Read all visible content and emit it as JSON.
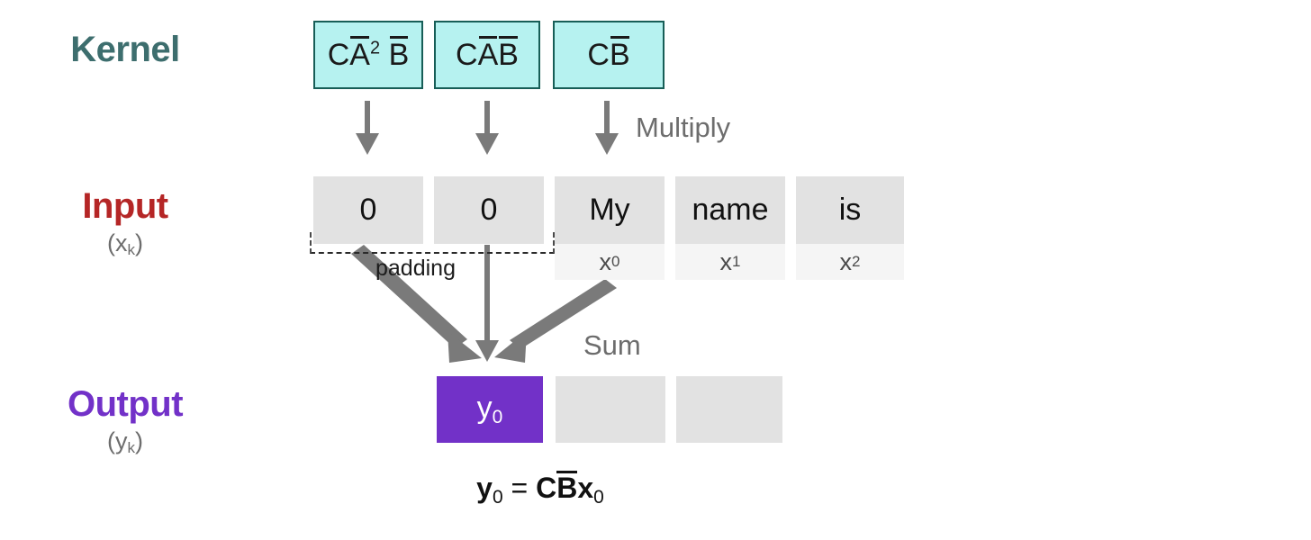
{
  "rows": {
    "kernel": {
      "label": "Kernel",
      "color": "#3d6e6e"
    },
    "input": {
      "label": "Input",
      "color": "#b52626",
      "sub_base": "(x",
      "sub_index": "k",
      "sub_close": ")"
    },
    "output": {
      "label": "Output",
      "color": "#7231c8",
      "sub_base": "(y",
      "sub_index": "k",
      "sub_close": ")"
    }
  },
  "kernel_cells": [
    {
      "prefix": "CA",
      "exponent": "2",
      "suffix": "B",
      "text": "CA¯² B¯"
    },
    {
      "prefix": "CA",
      "exponent": "",
      "suffix": "B",
      "text": "CA¯B¯"
    },
    {
      "prefix": "C",
      "exponent": "",
      "suffix": "B",
      "text": "CB¯"
    }
  ],
  "input_cells": [
    {
      "value": "0",
      "sub": null,
      "padding": true
    },
    {
      "value": "0",
      "sub": null,
      "padding": true
    },
    {
      "value": "My",
      "sub_base": "x",
      "sub_index": "0",
      "padding": false
    },
    {
      "value": "name",
      "sub_base": "x",
      "sub_index": "1",
      "padding": false
    },
    {
      "value": "is",
      "sub_base": "x",
      "sub_index": "2",
      "padding": false
    }
  ],
  "output_cells": [
    {
      "value_base": "y",
      "value_index": "0",
      "filled": true
    },
    {
      "value_base": "",
      "value_index": "",
      "filled": false
    },
    {
      "value_base": "",
      "value_index": "",
      "filled": false
    }
  ],
  "annotations": {
    "multiply": "Multiply",
    "sum": "Sum",
    "padding": "padding"
  },
  "formula": {
    "lhs_base": "y",
    "lhs_index": "0",
    "equals": "=",
    "rhs_c": "C",
    "rhs_b": "B",
    "rhs_x": "x",
    "rhs_index": "0",
    "text": "y₀ = CB¯x₀"
  },
  "colors": {
    "kernel_fill": "#b6f2f0",
    "kernel_border": "#175e57",
    "cell_gray": "#e2e2e2",
    "cell_gray_light": "#f5f5f5",
    "accent_purple": "#7231c8",
    "accent_red": "#b52626",
    "accent_teal": "#3d6e6e",
    "arrow_gray": "#7a7a7a"
  }
}
